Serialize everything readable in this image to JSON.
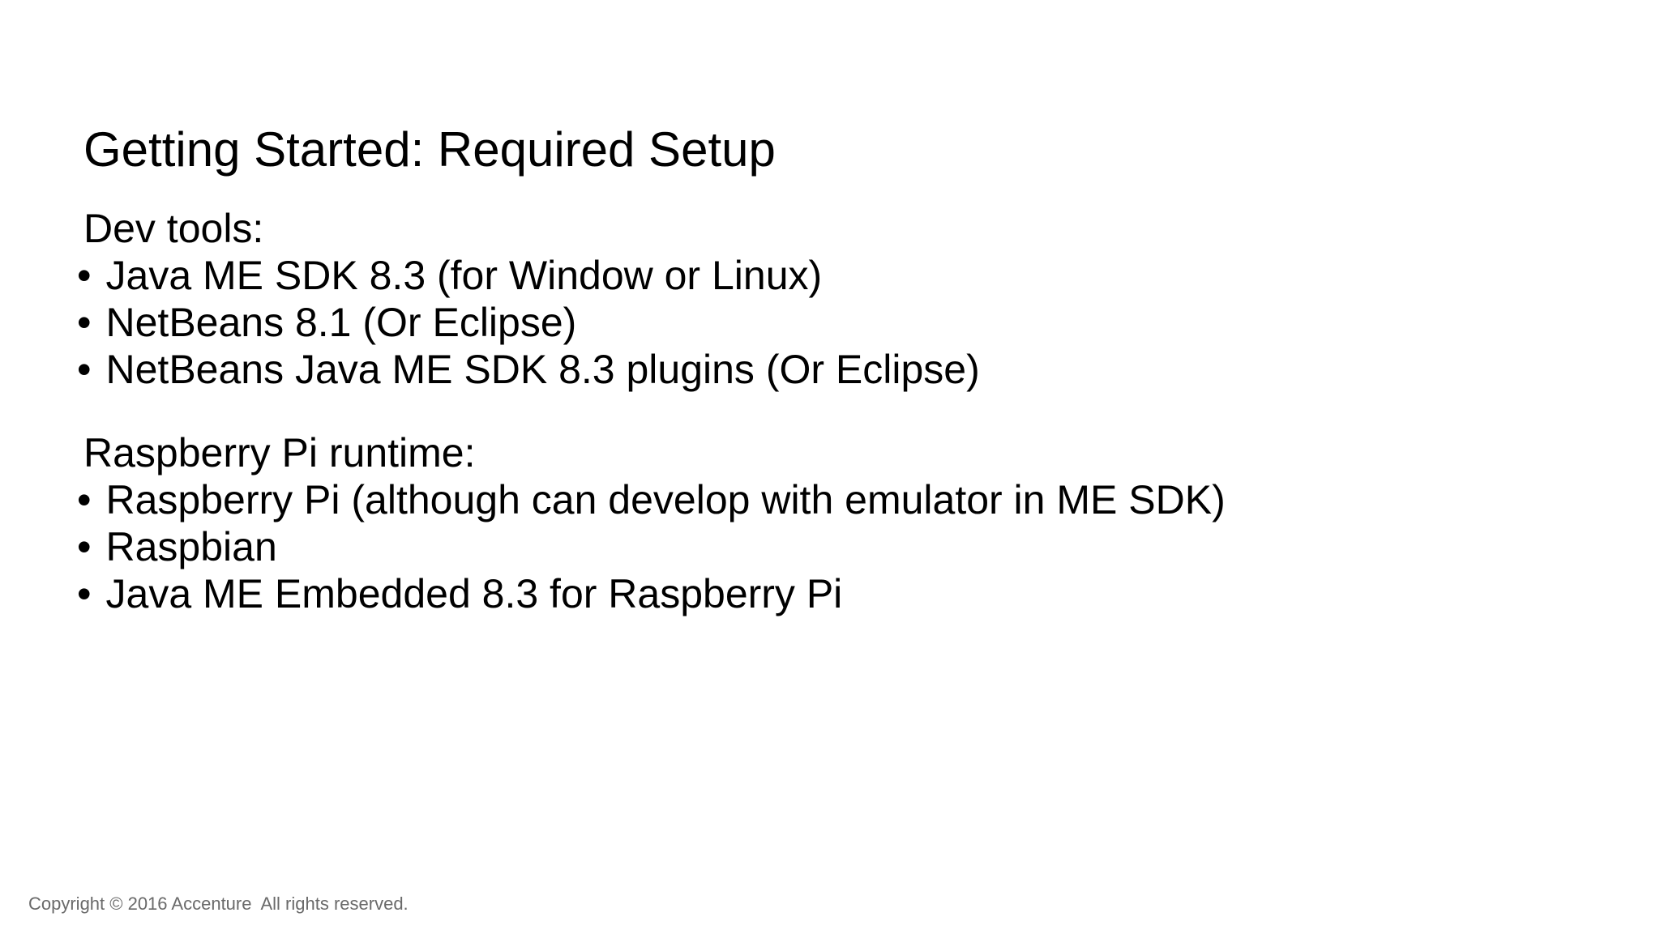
{
  "slide": {
    "title": "Getting Started: Required Setup",
    "bullet_char": "•",
    "groups": [
      {
        "heading": "Dev tools:",
        "items": [
          "Java ME SDK 8.3 (for Window or Linux)",
          "NetBeans 8.1 (Or Eclipse)",
          "NetBeans Java ME SDK 8.3 plugins (Or Eclipse)"
        ]
      },
      {
        "heading": "Raspberry Pi runtime:",
        "items": [
          "Raspberry Pi (although can develop with emulator in ME SDK)",
          "Raspbian",
          "Java ME Embedded 8.3 for Raspberry Pi"
        ]
      }
    ],
    "footer": "Copyright © 2016 Accenture  All rights reserved.",
    "colors": {
      "background": "#ffffff",
      "text": "#000000",
      "footer_text": "#6a6a6a"
    }
  }
}
